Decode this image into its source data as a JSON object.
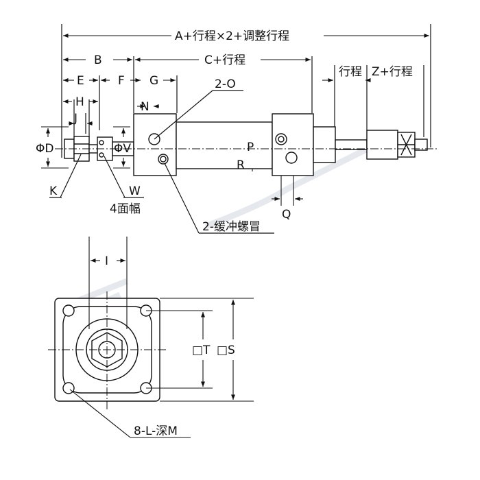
{
  "side_view": {
    "dim_overall": "A+行程×2+调整行程",
    "dim_b": "B",
    "dim_c": "C+行程",
    "dim_e": "E",
    "dim_f": "F",
    "dim_g": "G",
    "dim_h": "H",
    "dim_j": "J",
    "dim_n": "N",
    "dim_stroke": "行程",
    "dim_z": "Z+行程",
    "port_label": "2-O",
    "dim_p": "P",
    "dim_r": "R",
    "dim_q": "Q",
    "dim_d": "ΦD",
    "dim_v": "ΦV",
    "dim_k": "K",
    "dim_w": "W",
    "wrench_label": "4面幅",
    "cushion_label": "2-缓冲螺冒"
  },
  "front_view": {
    "dim_i": "I",
    "dim_t": "□T",
    "dim_s": "□S",
    "hole_label": "8-L-深M"
  },
  "colors": {
    "line": "#111111",
    "watermark": "#d9dde3"
  }
}
